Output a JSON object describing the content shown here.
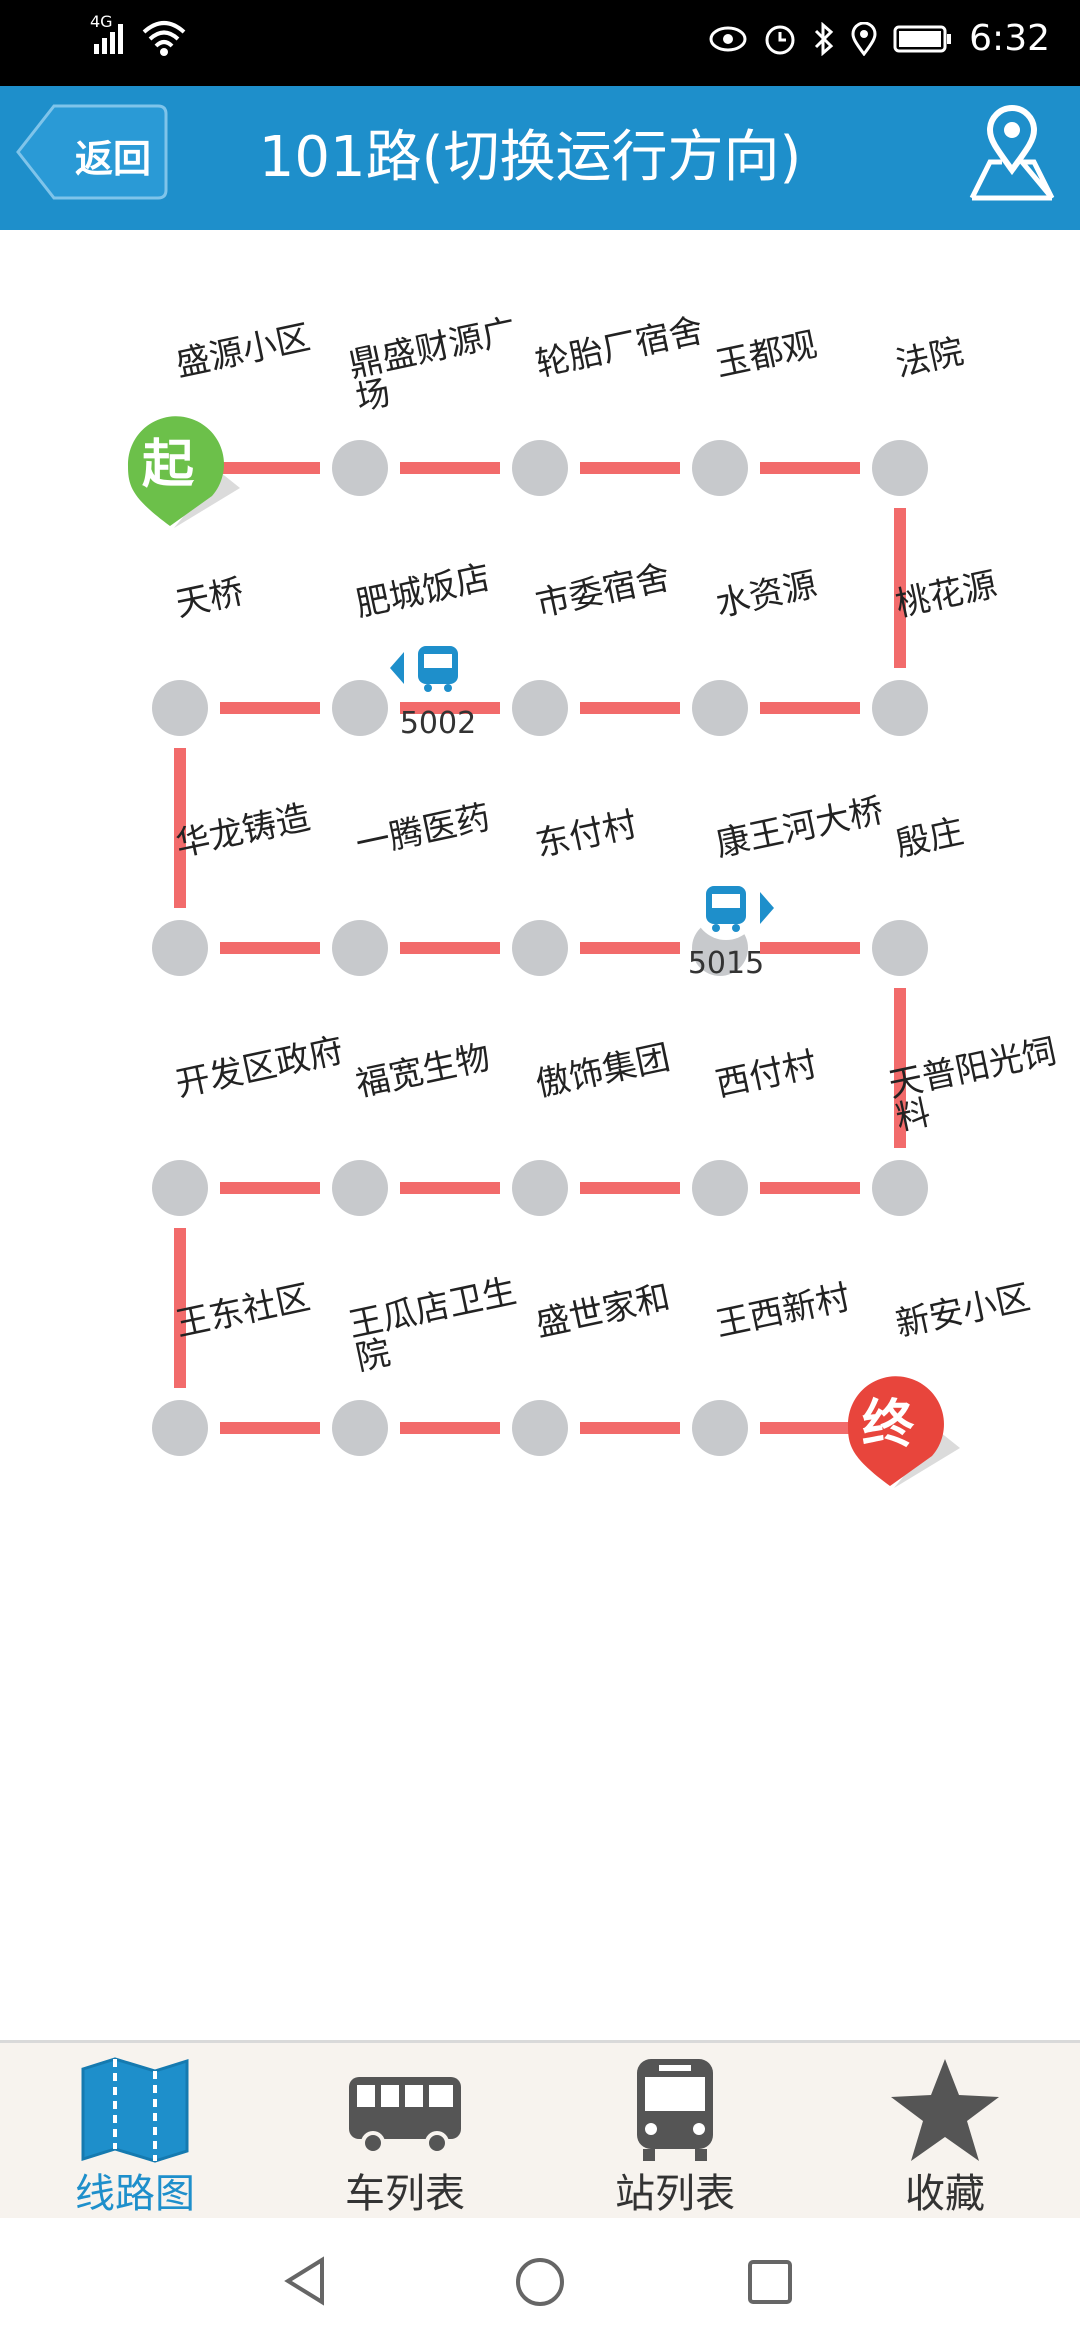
{
  "status_bar": {
    "network": "4G",
    "time": "6:32"
  },
  "header": {
    "back_label": "返回",
    "title": "101路(切换运行方向)"
  },
  "stops": [
    {
      "name": "盛源小区"
    },
    {
      "name": "鼎盛财源广场"
    },
    {
      "name": "轮胎厂宿舍"
    },
    {
      "name": "玉都观"
    },
    {
      "name": "法院"
    },
    {
      "name": "桃花源"
    },
    {
      "name": "水资源"
    },
    {
      "name": "市委宿舍"
    },
    {
      "name": "肥城饭店"
    },
    {
      "name": "天桥"
    },
    {
      "name": "华龙铸造"
    },
    {
      "name": "一腾医药"
    },
    {
      "name": "东付村"
    },
    {
      "name": "康王河大桥"
    },
    {
      "name": "殷庄"
    },
    {
      "name": "天普阳光饲料"
    },
    {
      "name": "西付村"
    },
    {
      "name": "傲饰集团"
    },
    {
      "name": "福宽生物"
    },
    {
      "name": "开发区政府"
    },
    {
      "name": "王东社区"
    },
    {
      "name": "王瓜店卫生院"
    },
    {
      "name": "盛世家和"
    },
    {
      "name": "王西新村"
    },
    {
      "name": "新安小区"
    }
  ],
  "start_marker": "起",
  "end_marker": "终",
  "buses": [
    {
      "number": "5002",
      "direction": "left"
    },
    {
      "number": "5015",
      "direction": "right"
    }
  ],
  "tabs": [
    {
      "label": "线路图",
      "icon": "map-icon",
      "active": true
    },
    {
      "label": "车列表",
      "icon": "bus-side-icon",
      "active": false
    },
    {
      "label": "站列表",
      "icon": "bus-front-icon",
      "active": false
    },
    {
      "label": "收藏",
      "icon": "star-icon",
      "active": false
    }
  ],
  "colors": {
    "accent": "#1e8fcb",
    "route_line": "#f26b6b",
    "stop_dot": "#c7c9cc",
    "start": "#6cc04a",
    "end": "#e8453c"
  }
}
